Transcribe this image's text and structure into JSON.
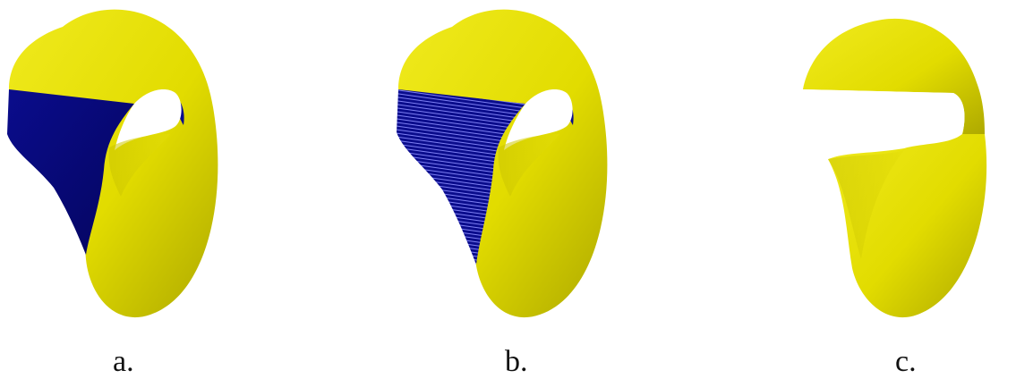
{
  "panels": [
    {
      "label": "a."
    },
    {
      "label": "b."
    },
    {
      "label": "c."
    }
  ],
  "colors": {
    "surface_yellow": "#e2dc00",
    "surface_yellow_shadow": "#aea900",
    "surface_yellow_highlight": "#f0ea1e",
    "fill_blue": "#0a0c8c",
    "fill_blue_dark": "#04055e",
    "background": "#ffffff"
  }
}
